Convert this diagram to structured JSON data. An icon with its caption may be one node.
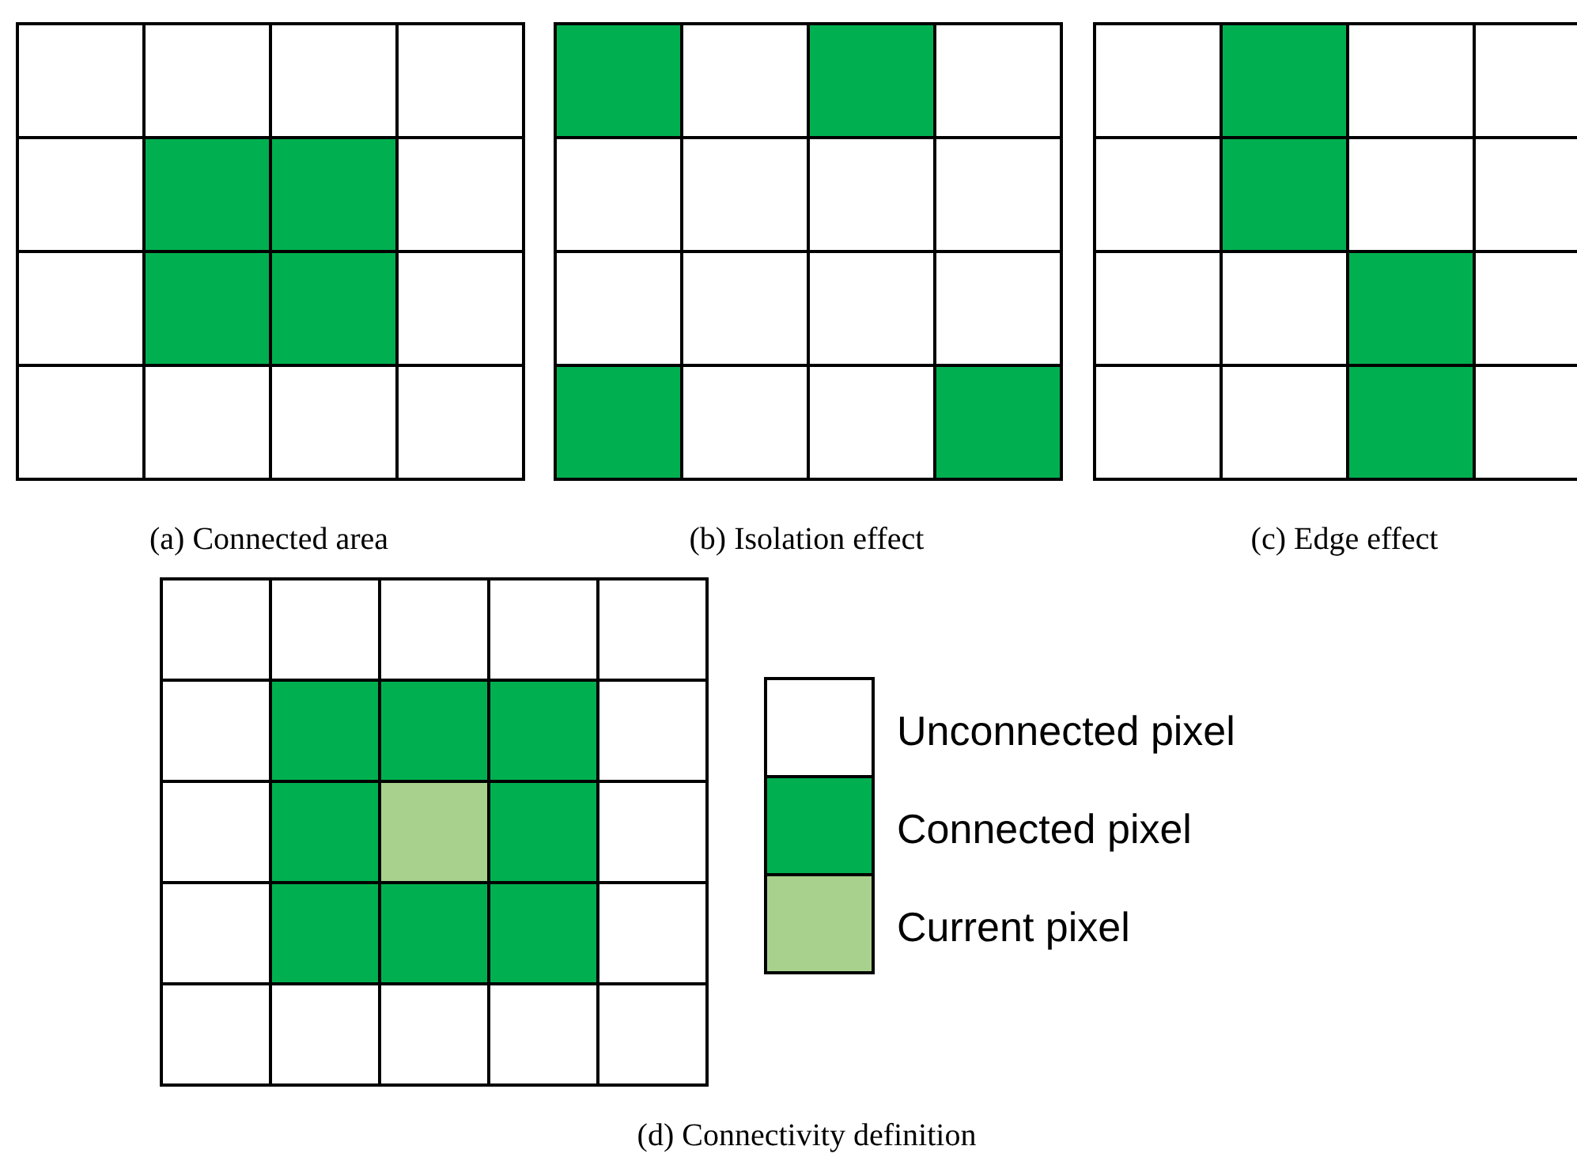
{
  "diagram": {
    "labels": [
      "(a) Connected area",
      "(b) Isolation effect",
      "(c) Edge effect",
      "(d) Connectivity definition"
    ],
    "legend": [
      {
        "text": "Unconnected pixel",
        "color": "#ffffff"
      },
      {
        "text": "Connected pixel",
        "color": "#00b050"
      },
      {
        "text": "Current pixel",
        "color": "#a9d18e"
      }
    ]
  }
}
